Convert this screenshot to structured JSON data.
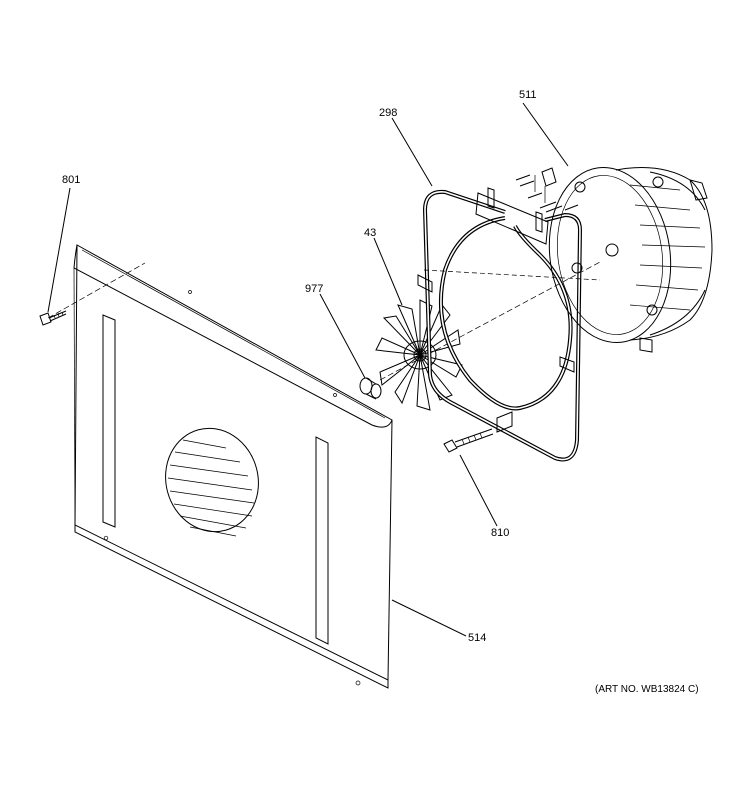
{
  "callouts": {
    "c801": "801",
    "c977": "977",
    "c43": "43",
    "c298": "298",
    "c511": "511",
    "c810": "810",
    "c514": "514"
  },
  "art_number": "(ART NO. WB13824 C)"
}
